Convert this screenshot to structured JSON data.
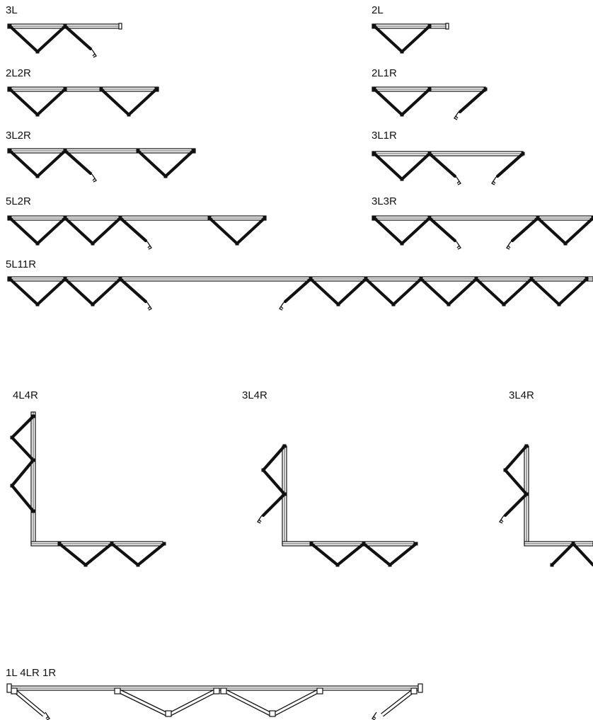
{
  "diagrams": [
    {
      "id": "d1",
      "label": "3L"
    },
    {
      "id": "d2",
      "label": "2L"
    },
    {
      "id": "d3",
      "label": "2L2R"
    },
    {
      "id": "d4",
      "label": "2L1R"
    },
    {
      "id": "d5",
      "label": "3L2R"
    },
    {
      "id": "d6",
      "label": "3L1R"
    },
    {
      "id": "d7",
      "label": "5L2R"
    },
    {
      "id": "d8",
      "label": "3L3R"
    },
    {
      "id": "d9",
      "label": "5L11R"
    },
    {
      "id": "d10",
      "label": "4L4R"
    },
    {
      "id": "d11",
      "label": "3L4R"
    },
    {
      "id": "d12",
      "label": "3L4R"
    },
    {
      "id": "d13",
      "label": "1L 4LR 1R"
    }
  ]
}
